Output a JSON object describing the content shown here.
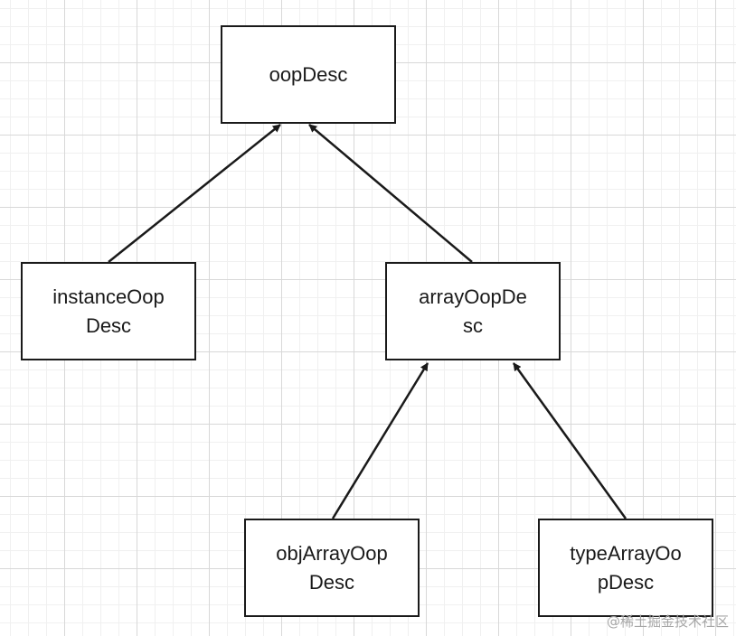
{
  "nodes": {
    "oop_desc": "oopDesc",
    "instance_oop_desc": "instanceOop\nDesc",
    "array_oop_desc": "arrayOopDe\nsc",
    "obj_array_oop_desc": "objArrayOop\nDesc",
    "type_array_oop_desc": "typeArrayOo\npDesc"
  },
  "watermark": "@稀土掘金技术社区",
  "colors": {
    "stroke": "#1a1a1a",
    "grid_major": "#d8d8d8",
    "grid_minor": "#f0f0f0",
    "watermark": "#a6a6a6"
  }
}
